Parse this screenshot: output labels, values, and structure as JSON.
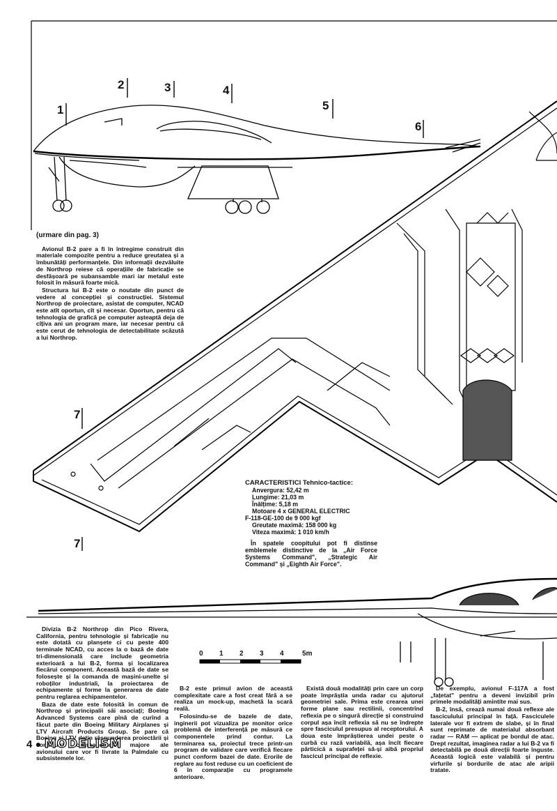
{
  "callouts": [
    "1",
    "2",
    "3",
    "4",
    "5",
    "6",
    "7",
    "7"
  ],
  "intro": {
    "heading": "(urmare din pag. 3)",
    "paragraphs": [
      "Avionul B-2 pare a fi în întregime construit din materiale compozite pentru a reduce greutatea și a îmbunătăți performanțele. Din informații dezvăluite de Northrop reiese că operațiile de fabricație se desfășoară pe subansamble mari iar metalul este folosit în măsură foarte mică.",
      "Structura lui B-2 este o noutate din punct de vedere al concepției și construcției. Sistemul Northrop de proiectare, asistat de computer, NCAD este atît oportun, cît și necesar. Oportun, pentru că tehnologia de grafică pe computer așteaptă deja de cîțiva ani un program mare, iar necesar pentru că este cerut de tehnologia de detectabilitate scăzută a lui Northrop."
    ]
  },
  "specs": {
    "title": "CARACTERISTICI Tehnico-tactice:",
    "lines": [
      "Anvergura: 52,42 m",
      "Lungime: 21,03 m",
      "Înălțime: 5,18 m",
      "Motoare 4 x GENERAL ELECTRIC",
      "F-118-GE-100 de 9 000 kgf",
      "Greutate maximă: 158 000 kg",
      "Viteza maximă: 1 010 km/h"
    ],
    "note": "În spatele coopitului pot fi distinse emblemele distinctive de la „Air Force Systems Command\", „Strategic Air Command\" și „Eighth Air Force\"."
  },
  "scale": {
    "labels": [
      "0",
      "1",
      "2",
      "3",
      "4",
      "5m"
    ]
  },
  "columns": [
    "Divizia B-2 Northrop din Pico Rivera, California, pentru tehnologie și fabricație nu este dotată cu planșete ci cu peste 400 terminale NCAD, cu acces la o bază de date tri-dimensională care include geometria exterioară a lui B-2, forma și localizarea fiecărui component. Această bază de date se folosește și la comanda de mașini-unelte și roboților industriali, la proiectarea de echipamente și forme la generarea de date pentru reglarea echipamentelor.",
    "Baza de date este folosită în comun de Northrop și principalii săi asociați; Boeing Advanced Systems care pînă de curînd a făcut parte din Boeing Military Airplanes și LTV Aircraft Products Group. Se pare că Boeing și LTV dețin răspunderea proiectării și construirii componentelor majore ale avionului care vor fi livrate la Palmdale cu subsistemele lor.",
    "B-2 este primul avion de această complexitate care a fost creat fără a se realiza un mock-up, machetă la scară reală.",
    "Folosindu-se de bazele de date, inginerii pot vizualiza pe monitor orice problemă de interferență pe măsură ce componentele prind contur. La terminarea sa, proiectul trece printr-un program de validare care verifică fiecare punct conform bazei de date. Erorile de reglare au fost reduse cu un coeficient de 6 în comparație cu programele anterioare.",
    "Există două modalități prin care un corp poate împrăștia unda radar cu ajutorul geometriei sale. Prima este crearea unei forme plane sau rectilinii, concentrînd reflexia pe o singură direcție și construind corpul așa încît reflexia să nu se îndrepte spre fasciculul presupus al receptorului. A doua este împrăștierea undei peste o curbă cu rază variabilă, așa încît fiecare părticică a suprafeței să-și aibă propriul fascicul principal de reflexie.",
    "De exemplu, avionul F-117A a fost „fațetat\" pentru a deveni invizibil prin primele modalități amintite mai sus.",
    "B-2, însă, crează numai două reflexe ale fasciculului principal în față. Fasciculele laterale vor fi extrem de slabe, și în final sunt reprimate de materialul absorbant radar — RAM — aplicat pe bordul de atac. Drept rezultat, imaginea radar a lui B-2 va fi detectabilă pe două direcții foarte înguste. Această logică este valabilă și pentru virfurile și bordurile de atac ale aripii tratate."
  ],
  "footer": {
    "page": "4",
    "brand": "MODELISM"
  }
}
